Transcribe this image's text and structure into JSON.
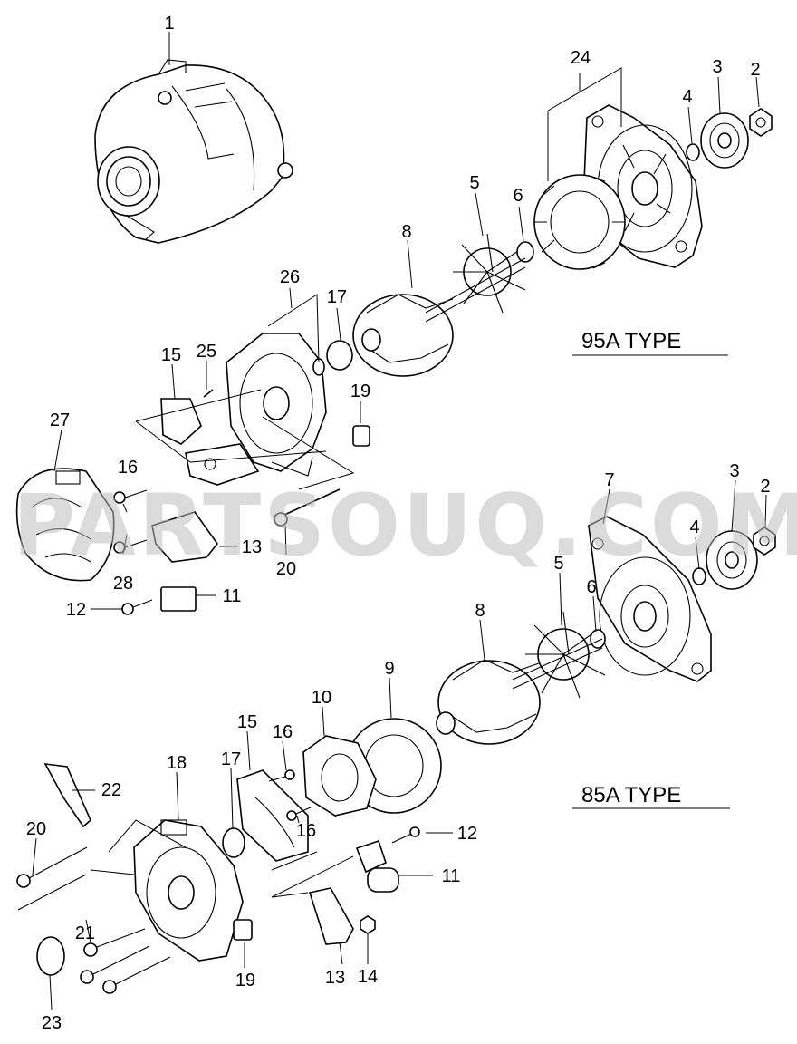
{
  "diagram": {
    "watermark": "PARTSOUQ.COM",
    "type_labels": {
      "type_95a": "95A TYPE",
      "type_85a": "85A TYPE"
    },
    "callouts": [
      {
        "id": "c1",
        "text": "1"
      },
      {
        "id": "c24",
        "text": "24"
      },
      {
        "id": "c3a",
        "text": "3"
      },
      {
        "id": "c2a",
        "text": "2"
      },
      {
        "id": "c4a",
        "text": "4"
      },
      {
        "id": "c5a",
        "text": "5"
      },
      {
        "id": "c6a",
        "text": "6"
      },
      {
        "id": "c8a",
        "text": "8"
      },
      {
        "id": "c26",
        "text": "26"
      },
      {
        "id": "c17a",
        "text": "17"
      },
      {
        "id": "c15a",
        "text": "15"
      },
      {
        "id": "c25",
        "text": "25"
      },
      {
        "id": "c19a",
        "text": "19"
      },
      {
        "id": "c27",
        "text": "27"
      },
      {
        "id": "c16a",
        "text": "16"
      },
      {
        "id": "c28",
        "text": "28"
      },
      {
        "id": "c13a",
        "text": "13"
      },
      {
        "id": "c20a",
        "text": "20"
      },
      {
        "id": "c12a",
        "text": "12"
      },
      {
        "id": "c11a",
        "text": "11"
      },
      {
        "id": "c7",
        "text": "7"
      },
      {
        "id": "c3b",
        "text": "3"
      },
      {
        "id": "c2b",
        "text": "2"
      },
      {
        "id": "c4b",
        "text": "4"
      },
      {
        "id": "c5b",
        "text": "5"
      },
      {
        "id": "c6b",
        "text": "6"
      },
      {
        "id": "c8b",
        "text": "8"
      },
      {
        "id": "c9",
        "text": "9"
      },
      {
        "id": "c10",
        "text": "10"
      },
      {
        "id": "c15b",
        "text": "15"
      },
      {
        "id": "c16b",
        "text": "16"
      },
      {
        "id": "c18",
        "text": "18"
      },
      {
        "id": "c17b",
        "text": "17"
      },
      {
        "id": "c22",
        "text": "22"
      },
      {
        "id": "c20b",
        "text": "20"
      },
      {
        "id": "c16c",
        "text": "16"
      },
      {
        "id": "c12b",
        "text": "12"
      },
      {
        "id": "c11b",
        "text": "11"
      },
      {
        "id": "c21",
        "text": "21"
      },
      {
        "id": "c19b",
        "text": "19"
      },
      {
        "id": "c13b",
        "text": "13"
      },
      {
        "id": "c14",
        "text": "14"
      },
      {
        "id": "c23",
        "text": "23"
      }
    ]
  }
}
